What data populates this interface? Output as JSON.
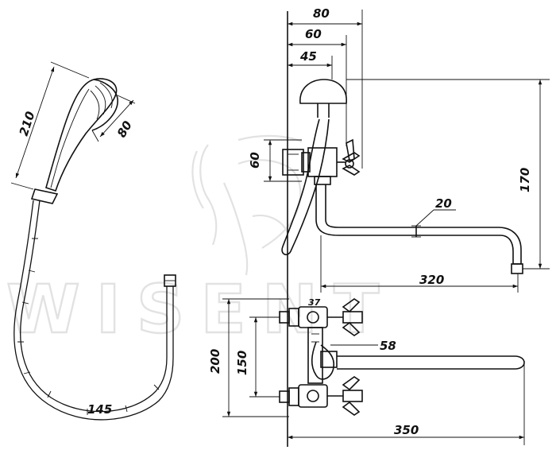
{
  "watermark": {
    "brand": "WISENT",
    "color": "#e2e2e2"
  },
  "dimensions": {
    "handshower_length": "210",
    "handshower_head": "80",
    "hose": "145",
    "top_80": "80",
    "top_60": "60",
    "top_45": "45",
    "side_60": "60",
    "height_170": "170",
    "pipe_20": "20",
    "spout_320": "320",
    "small_37": "37",
    "offset_58": "58",
    "height_200": "200",
    "centers_150": "150",
    "spout_350": "350"
  },
  "colors": {
    "line": "#111111",
    "background": "#ffffff"
  }
}
